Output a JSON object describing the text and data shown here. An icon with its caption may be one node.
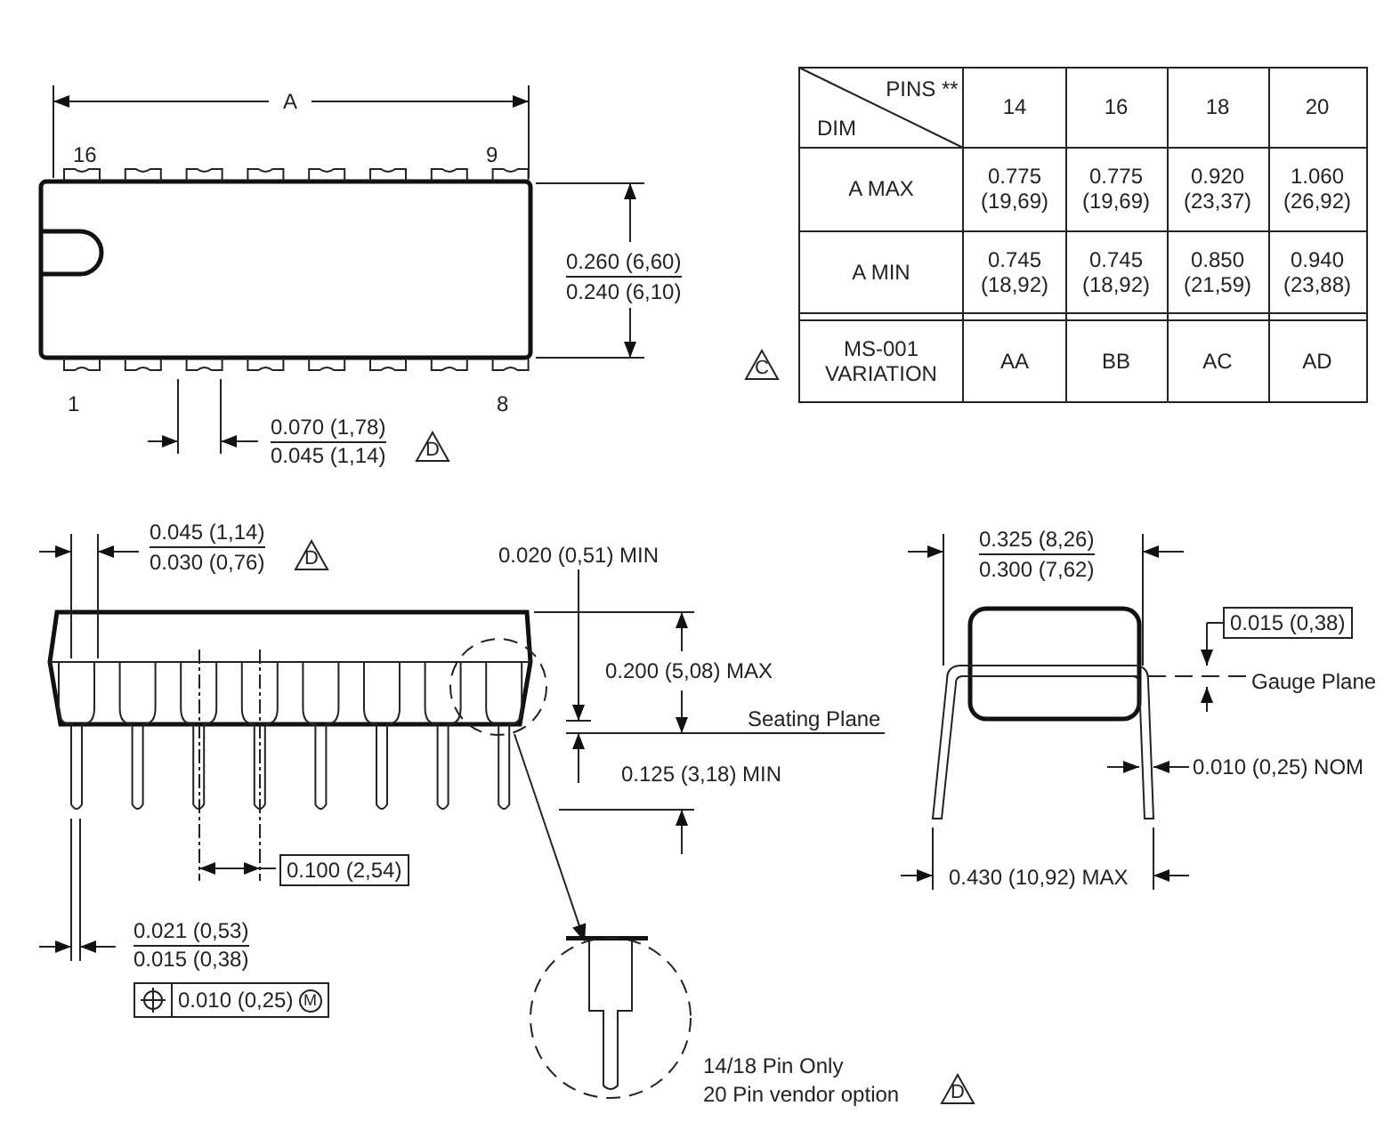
{
  "diagram": {
    "nodes": [
      {
        "text": [],
        "shape": "circle"
      },
      {
        "text": [],
        "shape": "circle",
        "beside": [
          "14/18 Pin Only",
          "20 Pin vendor option"
        ]
      }
    ],
    "edges": [
      {
        "from": 0,
        "to": 1,
        "arrow": "to"
      }
    ],
    "labels": [
      "A",
      "16",
      "9",
      "1",
      "8",
      "0.260 (6,60)",
      "0.240 (6,10)",
      "0.070 (1,78)",
      "0.045 (1,14)",
      "D",
      "C",
      "PINS **",
      "DIM",
      "14",
      "16",
      "18",
      "20",
      "A MAX",
      "0.775 (19,69)",
      "0.775 (19,69)",
      "0.920 (23,37)",
      "1.060 (26,92)",
      "A MIN",
      "0.745 (18,92)",
      "0.745 (18,92)",
      "0.850 (21,59)",
      "0.940 (23,88)",
      "MS-001 VARIATION",
      "AA",
      "BB",
      "AC",
      "AD",
      "0.045 (1,14)",
      "0.030 (0,76)",
      "D",
      "0.020 (0,51) MIN",
      "0.200 (5,08) MAX",
      "Seating Plane",
      "0.125 (3,18) MIN",
      "0.100 (2,54)",
      "0.021 (0,53)",
      "0.015 (0,38)",
      "0.010 (0,25)",
      "M",
      "0.325 (8,26)",
      "0.300 (7,62)",
      "0.015 (0,38)",
      "Gauge Plane",
      "0.010 (0,25) NOM",
      "0.430 (10,92) MAX",
      "D"
    ]
  }
}
